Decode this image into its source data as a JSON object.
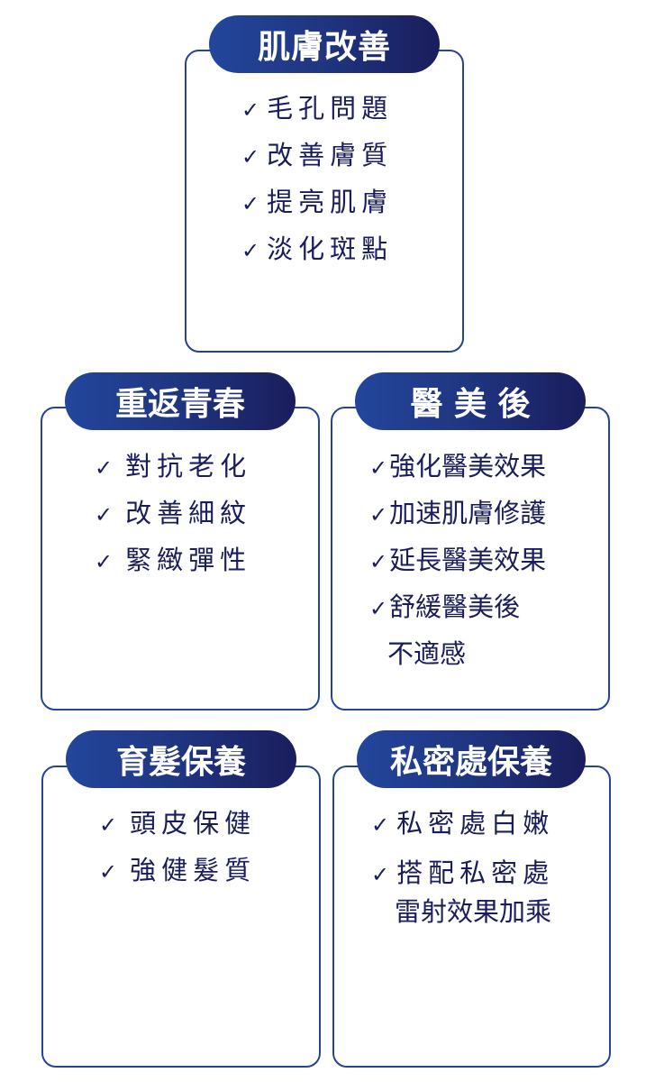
{
  "colors": {
    "border": "#24439a",
    "pill_gradient_start": "#23469c",
    "pill_gradient_end": "#1a1d5c",
    "text": "#1a1d5c",
    "pill_text": "#ffffff"
  },
  "check_icon": "✓",
  "cards": [
    {
      "title": "肌膚改善",
      "items": [
        "毛孔問題",
        "改善膚質",
        "提亮肌膚",
        "淡化斑點"
      ]
    },
    {
      "title": "重返青春",
      "items": [
        "對抗老化",
        "改善細紋",
        "緊緻彈性"
      ]
    },
    {
      "title": "醫 美 後",
      "items": [
        "強化醫美效果",
        "加速肌膚修護",
        "延長醫美效果",
        "舒緩醫美後",
        "不適感"
      ]
    },
    {
      "title": "育髮保養",
      "items": [
        "頭皮保健",
        "強健髮質"
      ]
    },
    {
      "title": "私密處保養",
      "items": [
        "私密處白嫩",
        "搭配私密處",
        "雷射效果加乘"
      ]
    }
  ]
}
